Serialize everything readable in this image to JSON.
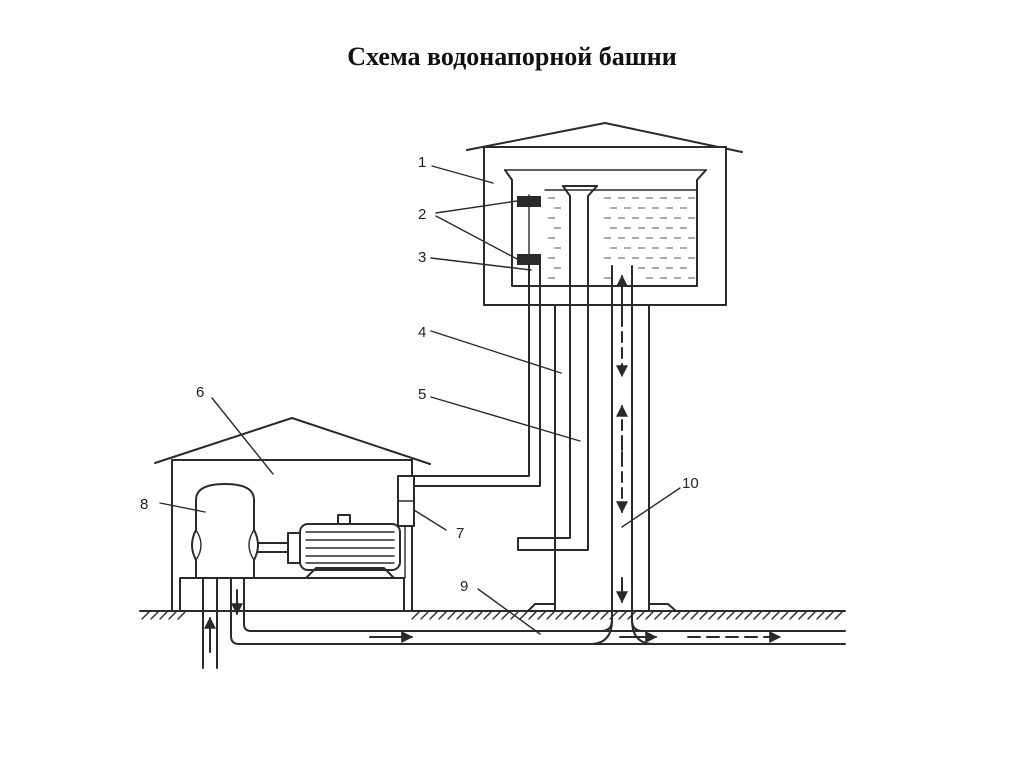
{
  "title": "Схема водонапорной башни",
  "labels": {
    "l1": "1",
    "l2": "2",
    "l3": "3",
    "l4": "4",
    "l5": "5",
    "l6": "6",
    "l7": "7",
    "l8": "8",
    "l9": "9",
    "l10": "10"
  }
}
